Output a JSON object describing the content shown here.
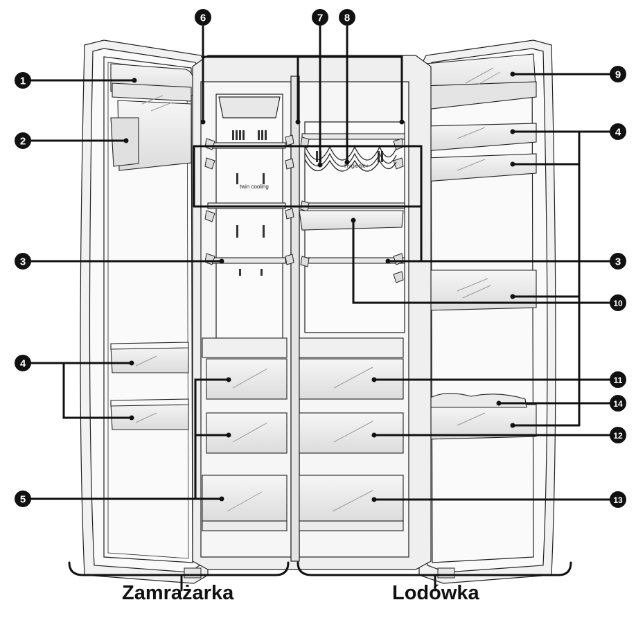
{
  "captions": {
    "freezer": "Zamrażarka",
    "fridge": "Lodówka"
  },
  "callouts": [
    {
      "id": "c1",
      "number": "1"
    },
    {
      "id": "c2",
      "number": "2"
    },
    {
      "id": "c3l",
      "number": "3"
    },
    {
      "id": "c4l",
      "number": "4"
    },
    {
      "id": "c5",
      "number": "5"
    },
    {
      "id": "c6",
      "number": "6"
    },
    {
      "id": "c7",
      "number": "7"
    },
    {
      "id": "c8",
      "number": "8"
    },
    {
      "id": "c9",
      "number": "9"
    },
    {
      "id": "c4r",
      "number": "4"
    },
    {
      "id": "c3r",
      "number": "3"
    },
    {
      "id": "c10",
      "number": "10"
    },
    {
      "id": "c11",
      "number": "11"
    },
    {
      "id": "c14",
      "number": "14"
    },
    {
      "id": "c12",
      "number": "12"
    },
    {
      "id": "c13",
      "number": "13"
    }
  ],
  "inner_labels": {
    "left_panel": "twin cooling",
    "right_panel": "Hygienic+"
  },
  "colors": {
    "line": "#111111",
    "badge": "#111111",
    "wall": "#eeeeee",
    "inner": "#f4f4f4",
    "drawer": "#e8e8e8"
  }
}
